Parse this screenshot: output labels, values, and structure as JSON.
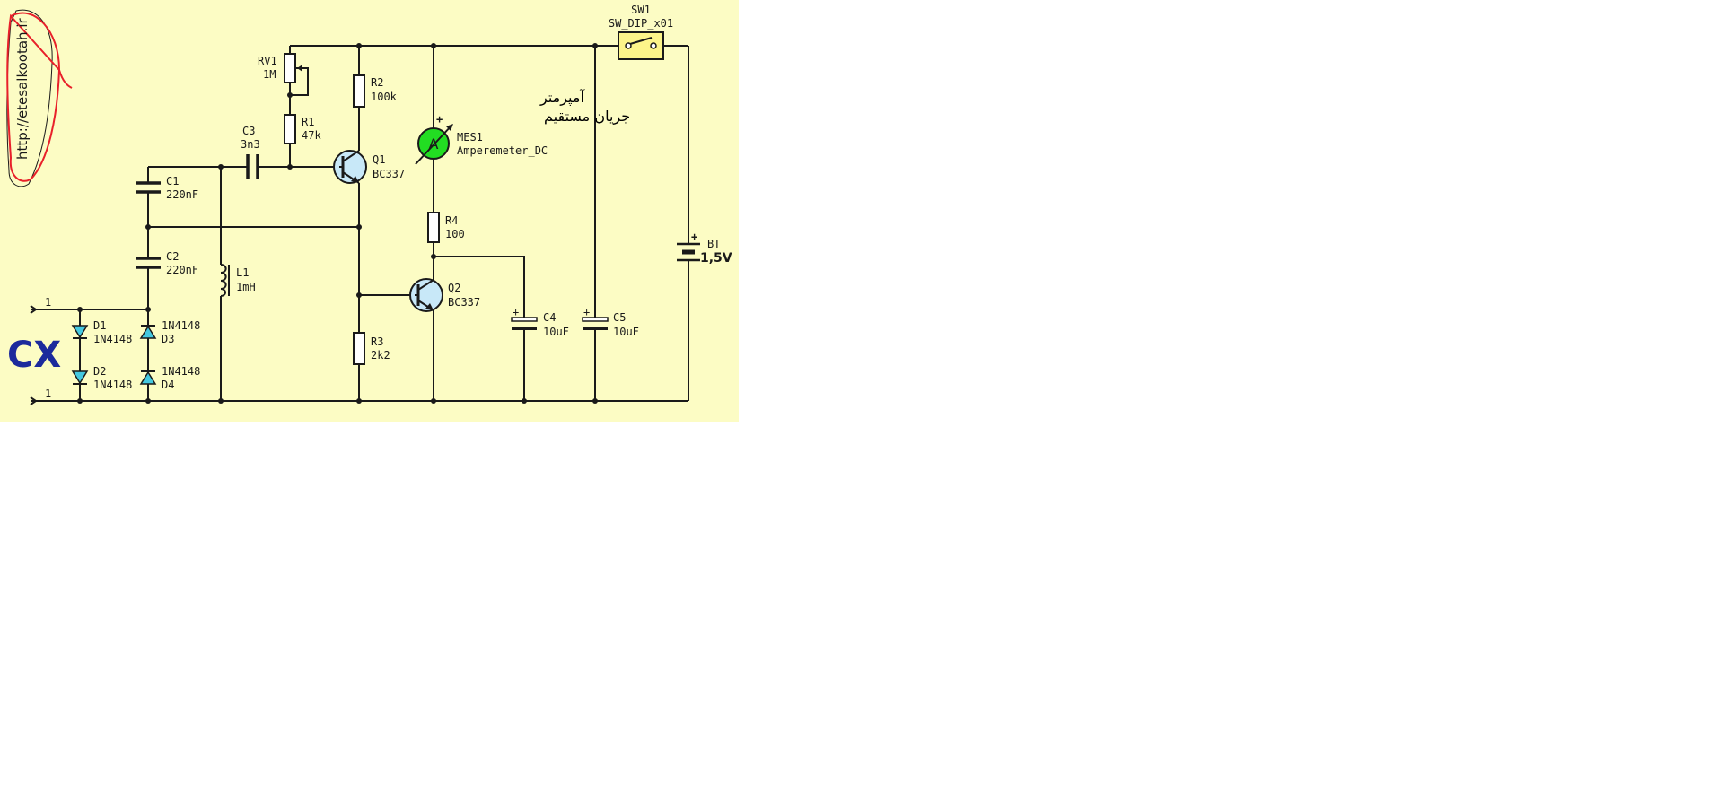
{
  "watermark_url": "http://etesalkootah.ir",
  "cx_label": "CX",
  "ports": {
    "top": "1",
    "bottom": "1"
  },
  "components": {
    "rv1": {
      "ref": "RV1",
      "value": "1M"
    },
    "r1": {
      "ref": "R1",
      "value": "47k"
    },
    "r2": {
      "ref": "R2",
      "value": "100k"
    },
    "r3": {
      "ref": "R3",
      "value": "2k2"
    },
    "r4": {
      "ref": "R4",
      "value": "100"
    },
    "c1": {
      "ref": "C1",
      "value": "220nF"
    },
    "c2": {
      "ref": "C2",
      "value": "220nF"
    },
    "c3": {
      "ref": "C3",
      "value": "3n3"
    },
    "c4": {
      "ref": "C4",
      "value": "10uF"
    },
    "c5": {
      "ref": "C5",
      "value": "10uF"
    },
    "l1": {
      "ref": "L1",
      "value": "1mH"
    },
    "q1": {
      "ref": "Q1",
      "value": "BC337"
    },
    "q2": {
      "ref": "Q2",
      "value": "BC337"
    },
    "d1": {
      "ref": "D1",
      "value": "1N4148"
    },
    "d2": {
      "ref": "D2",
      "value": "1N4148"
    },
    "d3": {
      "ref": "D3",
      "value": "1N4148"
    },
    "d4": {
      "ref": "D4",
      "value": "1N4148"
    },
    "mes1": {
      "ref": "MES1",
      "value": "Amperemeter_DC",
      "symbol": "A",
      "plus": "+"
    },
    "sw1": {
      "ref": "SW1",
      "value": "SW_DIP_x01"
    },
    "bt": {
      "ref": "BT",
      "value": "1,5V",
      "plus": "+"
    },
    "c4_plus": "+",
    "c5_plus": "+"
  },
  "meter_caption": {
    "line1": "آمپرمتر",
    "line2": "جریان مستقیم"
  },
  "colors": {
    "panel": "#fcfcc4",
    "wire": "#1a1a1a",
    "meter_fill": "#22dd22",
    "diode_fill": "#44c8e0",
    "transistor_fill": "#c8e8f8",
    "cx_color": "#1c2a9c",
    "annotation_red": "#e8202a"
  }
}
